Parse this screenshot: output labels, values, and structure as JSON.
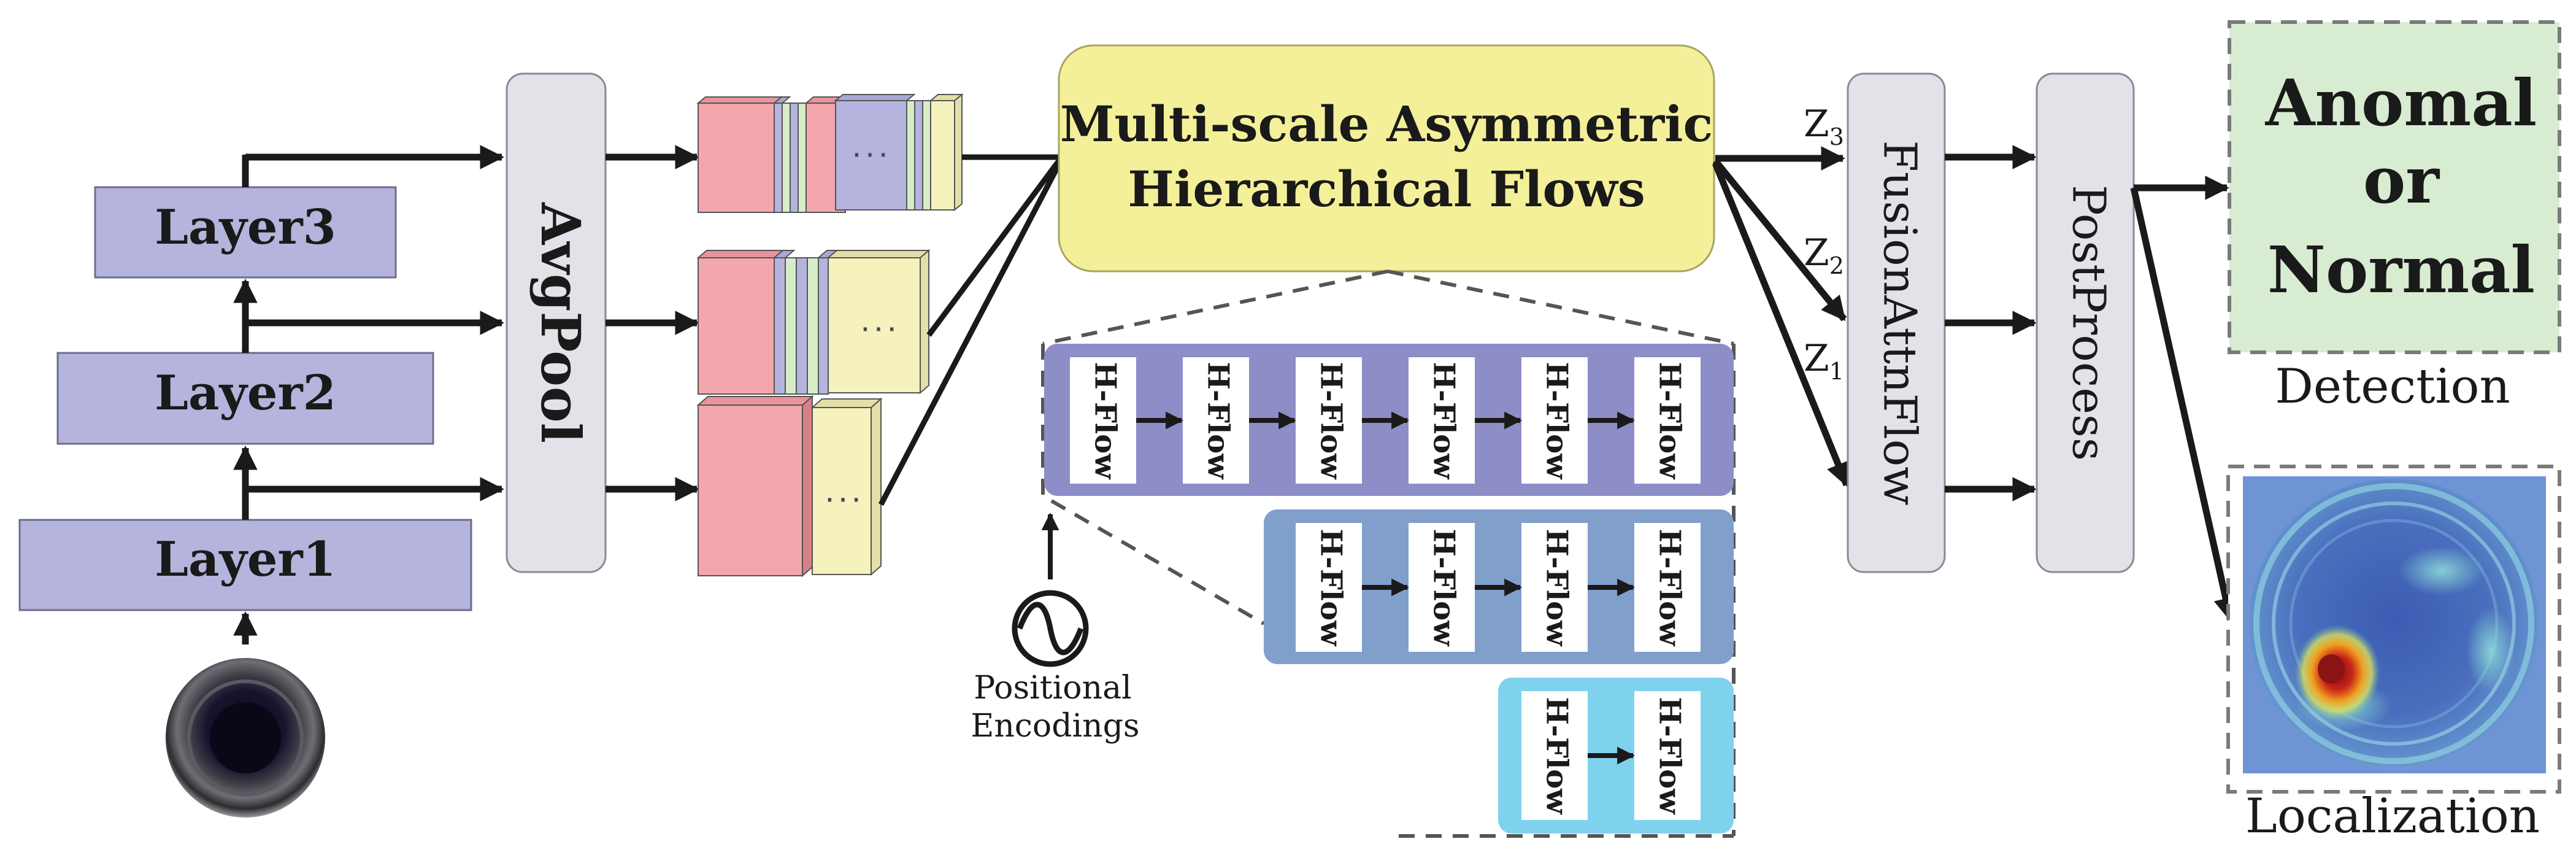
{
  "layers": {
    "layer1": "Layer1",
    "layer2": "Layer2",
    "layer3": "Layer3"
  },
  "avgpool_label": "AvgPool",
  "main_block_line1": "Multi-scale Asymmetric",
  "main_block_line2": "Hierarchical Flows",
  "hflow_label": "H-Flow",
  "ellipsis": "· · ·",
  "positional_encodings_line1": "Positional",
  "positional_encodings_line2": "Encodings",
  "latents": {
    "z3_base": "Z",
    "z3_sub": "3",
    "z2_base": "Z",
    "z2_sub": "2",
    "z1_base": "Z",
    "z1_sub": "1"
  },
  "fusion_label": "FusionAttnFlow",
  "postprocess_label": "PostProcess",
  "result_line1": "Anomal",
  "result_line2": "or",
  "result_line3": "Normal",
  "detection_caption": "Detection",
  "localization_caption": "Localization",
  "colors": {
    "layer_fill": "#b4b4dc",
    "pool_fill": "#e1e3e8",
    "main_fill": "#f4f09a",
    "feat_pink": "#f4a6ad",
    "feat_lavender": "#b4b4df",
    "feat_green": "#d7ecc9",
    "feat_yellow": "#f6f2bd",
    "row1_fill": "#8d8dc8",
    "row2_fill": "#809fcb",
    "row3_fill": "#7fd2ee",
    "result_fill": "#d8ecd2",
    "heat_blue": "#4a6ebd"
  },
  "icons": [
    "sine-wave-icon",
    "input-image-icon",
    "heatmap-image-icon"
  ]
}
